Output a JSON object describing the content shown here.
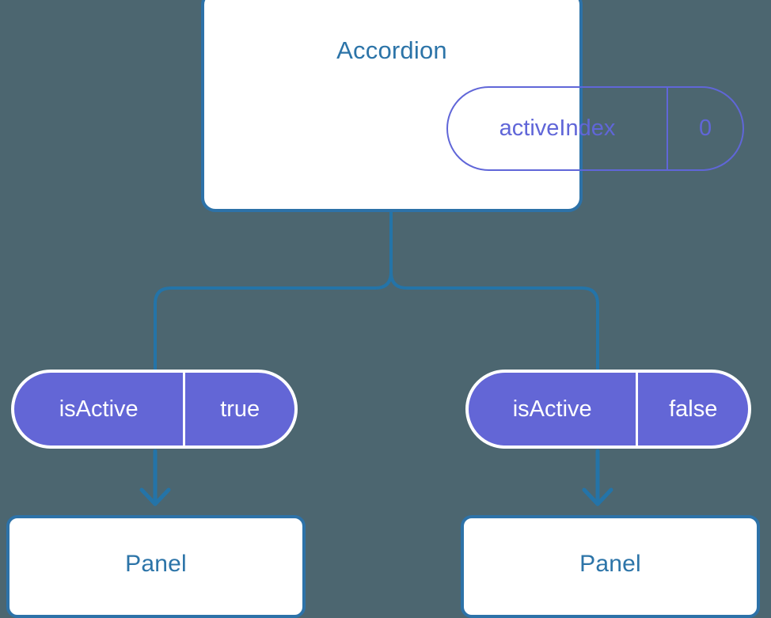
{
  "theme": {
    "background": "#4c6670",
    "card_bg": "#ffffff",
    "card_border": "#2d72a8",
    "title_color": "#2c74a8",
    "state_pill_color": "#6066d8",
    "prop_pill_fill": "#6366d6",
    "prop_pill_text": "#ffffff",
    "connector_color": "#2474a8"
  },
  "diagram": {
    "type": "component-tree",
    "root": {
      "name": "accordion-card",
      "title": "Accordion",
      "state": {
        "key": "activeIndex",
        "value": "0"
      }
    },
    "branches": [
      {
        "name": "branch-left",
        "prop": {
          "key": "isActive",
          "value": "true"
        },
        "child": {
          "name": "panel-left",
          "title": "Panel"
        }
      },
      {
        "name": "branch-right",
        "prop": {
          "key": "isActive",
          "value": "false"
        },
        "child": {
          "name": "panel-right",
          "title": "Panel"
        }
      }
    ]
  }
}
